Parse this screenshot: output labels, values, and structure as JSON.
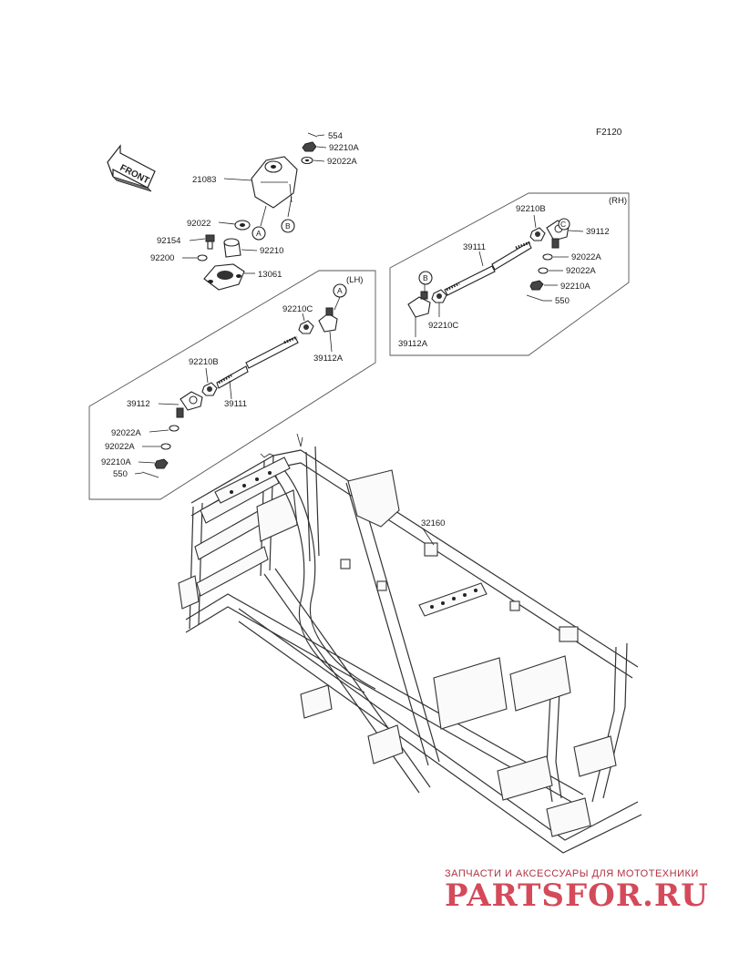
{
  "figure_id": "F2120",
  "front_label": "FRONT",
  "box_lh_label": "(LH)",
  "box_rh_label": "(RH)",
  "circle_a": "A",
  "circle_b": "B",
  "parts": {
    "p554": "554",
    "p92210A_top": "92210A",
    "p92022A_top": "92022A",
    "p21083": "21083",
    "p92022": "92022",
    "p92154": "92154",
    "p92210": "92210",
    "p92200": "92200",
    "p13061": "13061",
    "lh_92210C": "92210C",
    "lh_39112A": "39112A",
    "lh_92210B": "92210B",
    "lh_39112": "39112",
    "lh_39111": "39111",
    "lh_92022A_1": "92022A",
    "lh_92022A_2": "92022A",
    "lh_92210A": "92210A",
    "lh_550": "550",
    "rh_92210B": "92210B",
    "rh_39112": "39112",
    "rh_39111": "39111",
    "rh_92022A_1": "92022A",
    "rh_92022A_2": "92022A",
    "rh_92210A": "92210A",
    "rh_550": "550",
    "rh_92210C": "92210C",
    "rh_39112A": "39112A",
    "p32160": "32160"
  },
  "watermark": {
    "tagline": "ЗАПЧАСТИ И АКСЕССУАРЫ ДЛЯ МОТОТЕХНИКИ",
    "logo": "PARTSFOR.RU"
  }
}
